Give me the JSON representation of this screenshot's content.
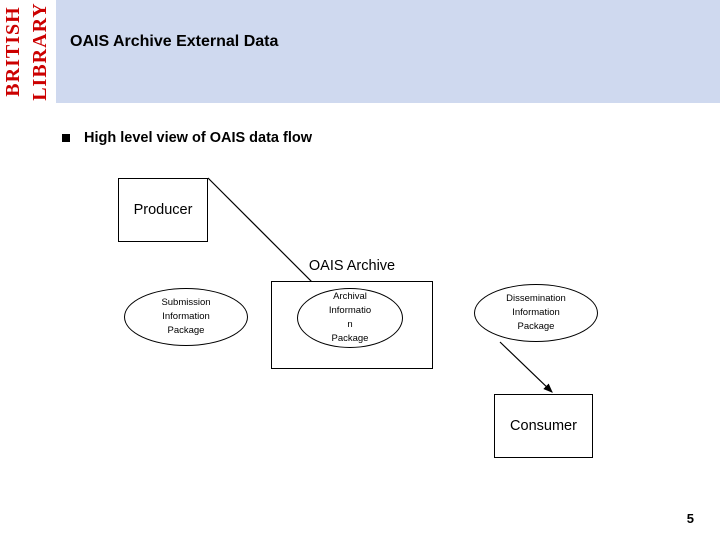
{
  "header": {
    "logo": {
      "line1": "BRITISH",
      "line2": "LIBRARY",
      "color": "#cc0000"
    },
    "title": "OAIS Archive External Data",
    "band_color": "#cfd9ef"
  },
  "bullet": {
    "marker": "square-bullet-icon",
    "text": "High level view of OAIS data flow"
  },
  "diagram": {
    "producer_box": "Producer",
    "archive_title": "OAIS Archive",
    "consumer_box": "Consumer",
    "sip": {
      "line1": "Submission",
      "line2": "Information",
      "line3": "Package"
    },
    "aip": {
      "line1": "Archival",
      "line2": "Informatio",
      "line3": "n",
      "line4": "Package"
    },
    "dip": {
      "line1": "Dissemination",
      "line2": "Information",
      "line3": "Package"
    }
  },
  "footer": {
    "page_number": "5"
  }
}
